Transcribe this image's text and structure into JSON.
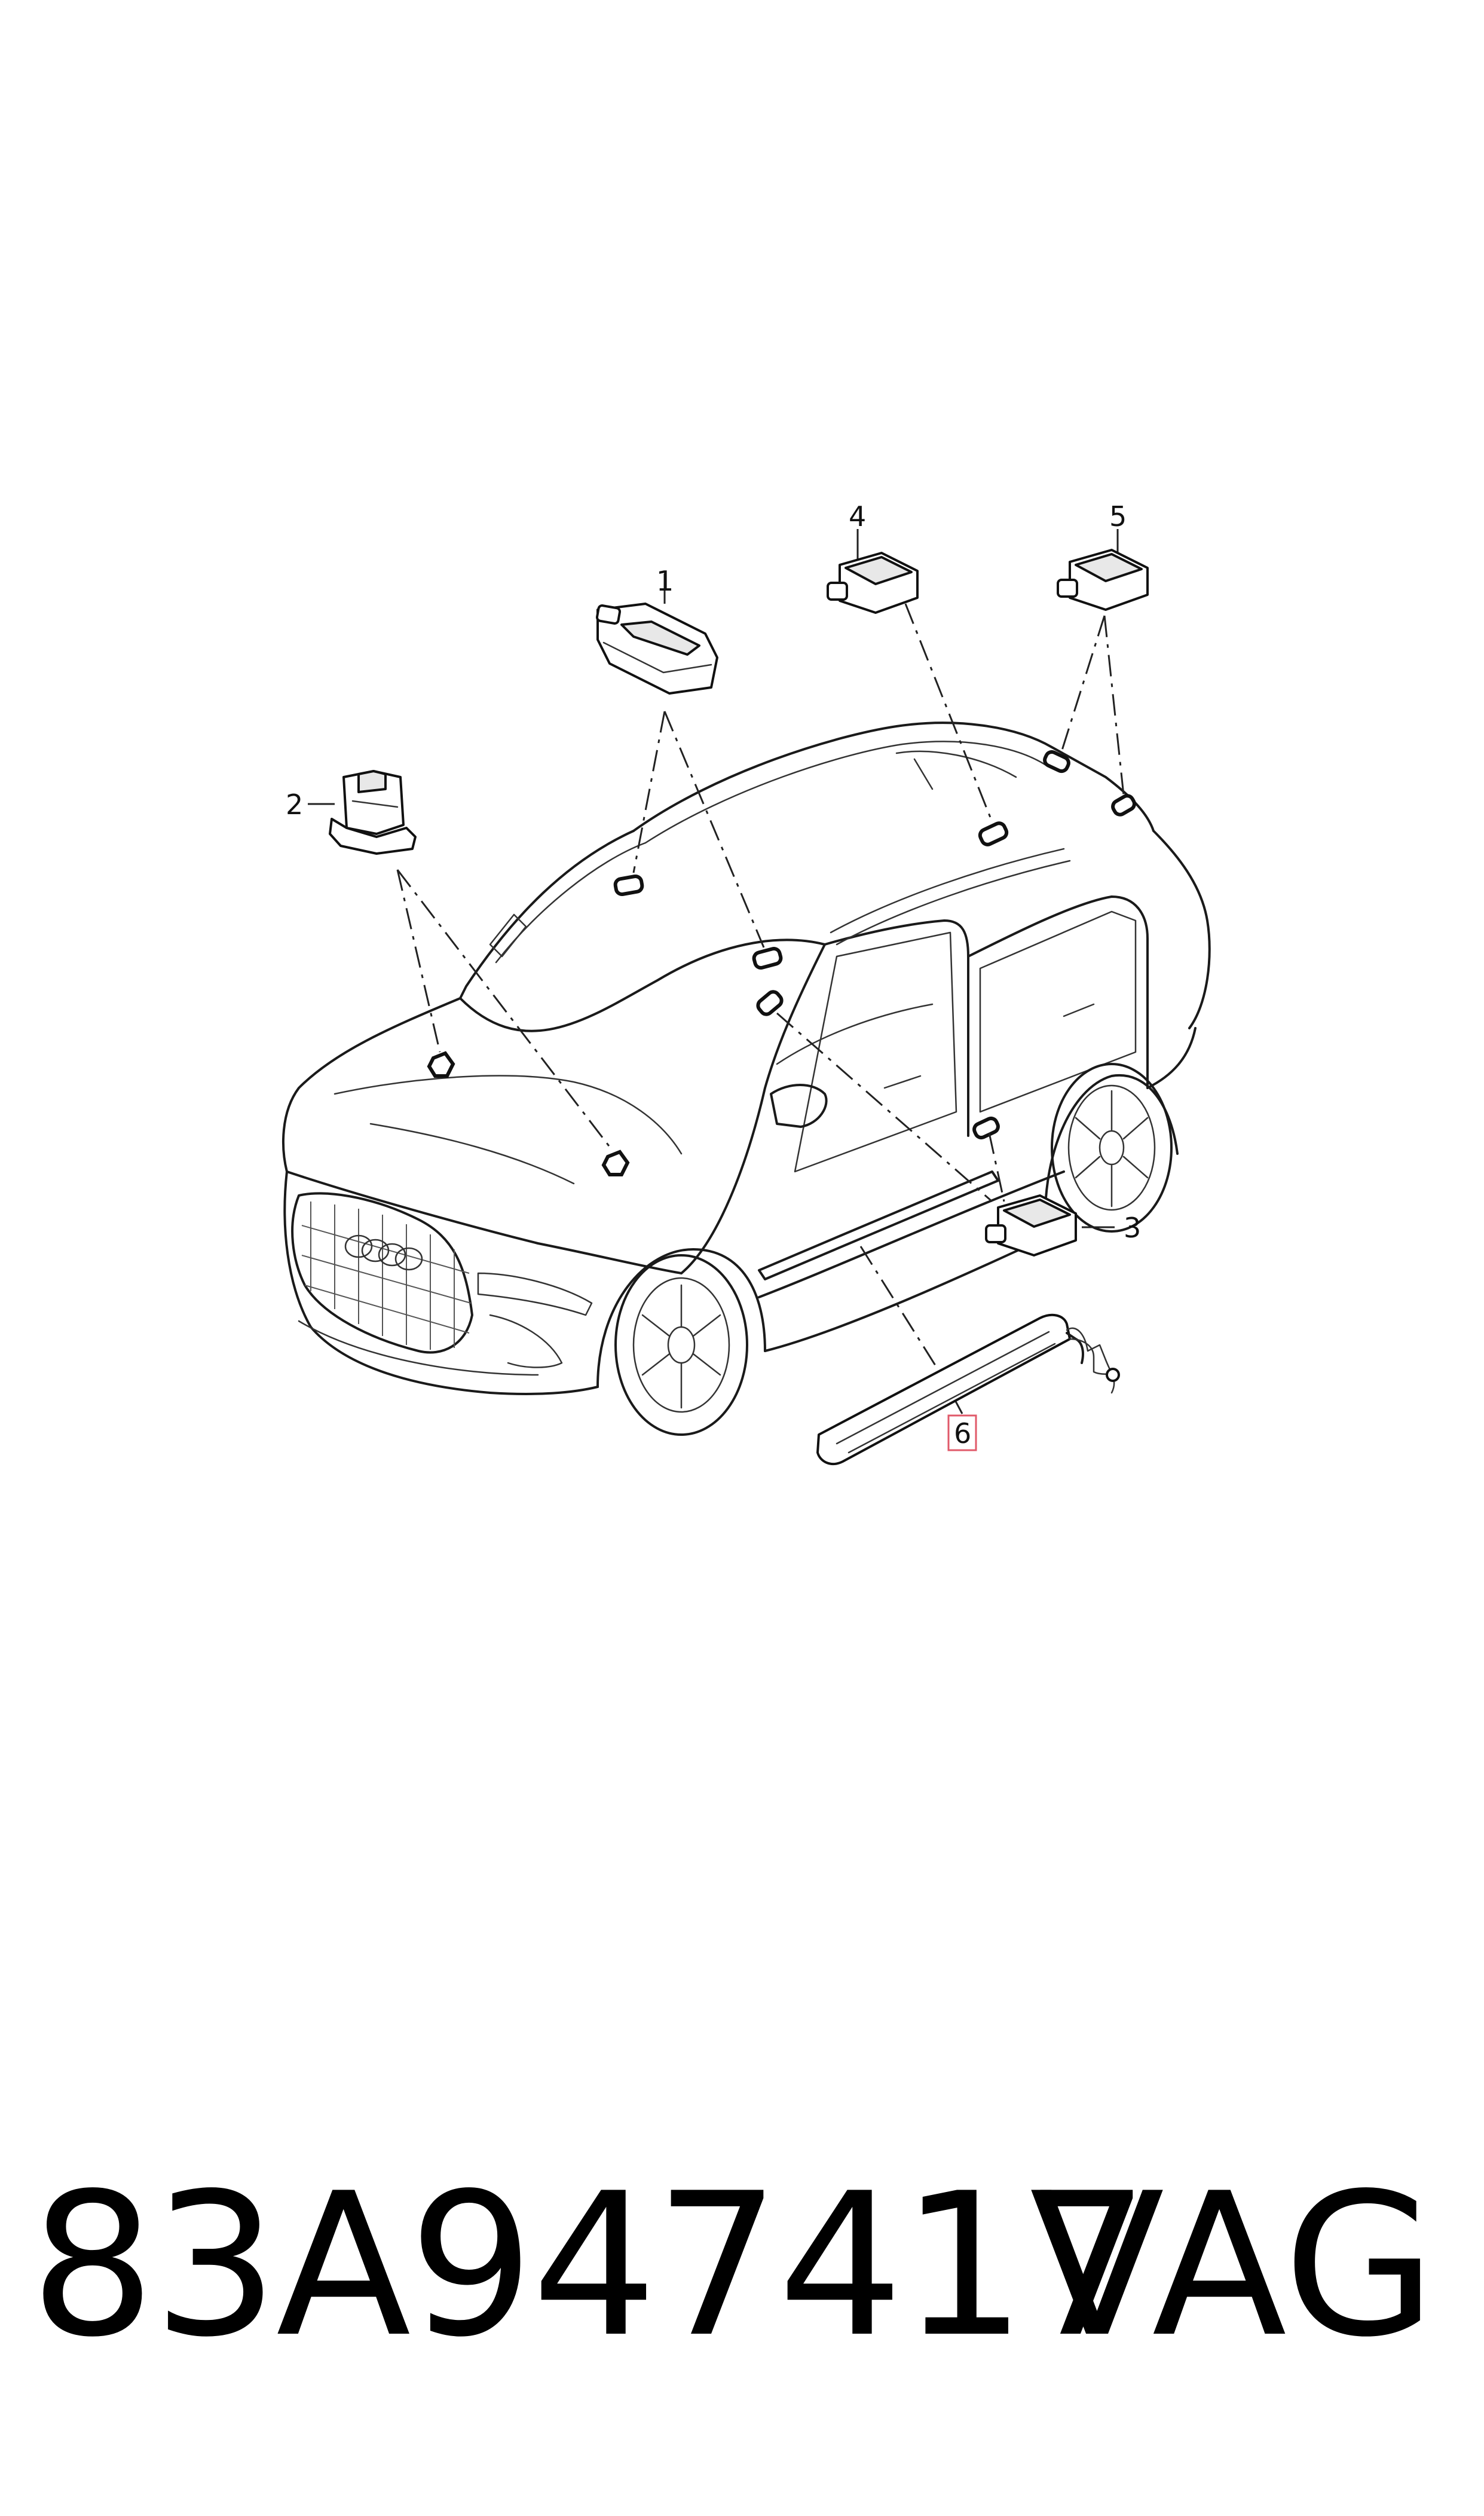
{
  "callouts": {
    "c1": "1",
    "c2": "2",
    "c3": "3",
    "c4": "4",
    "c5": "5",
    "c6": "6"
  },
  "footer": {
    "part_number": "83A947417",
    "brand": "VAG"
  },
  "colors": {
    "line": "#1a1a1a",
    "highlight_box": "#e05a6a",
    "background": "#ffffff"
  }
}
